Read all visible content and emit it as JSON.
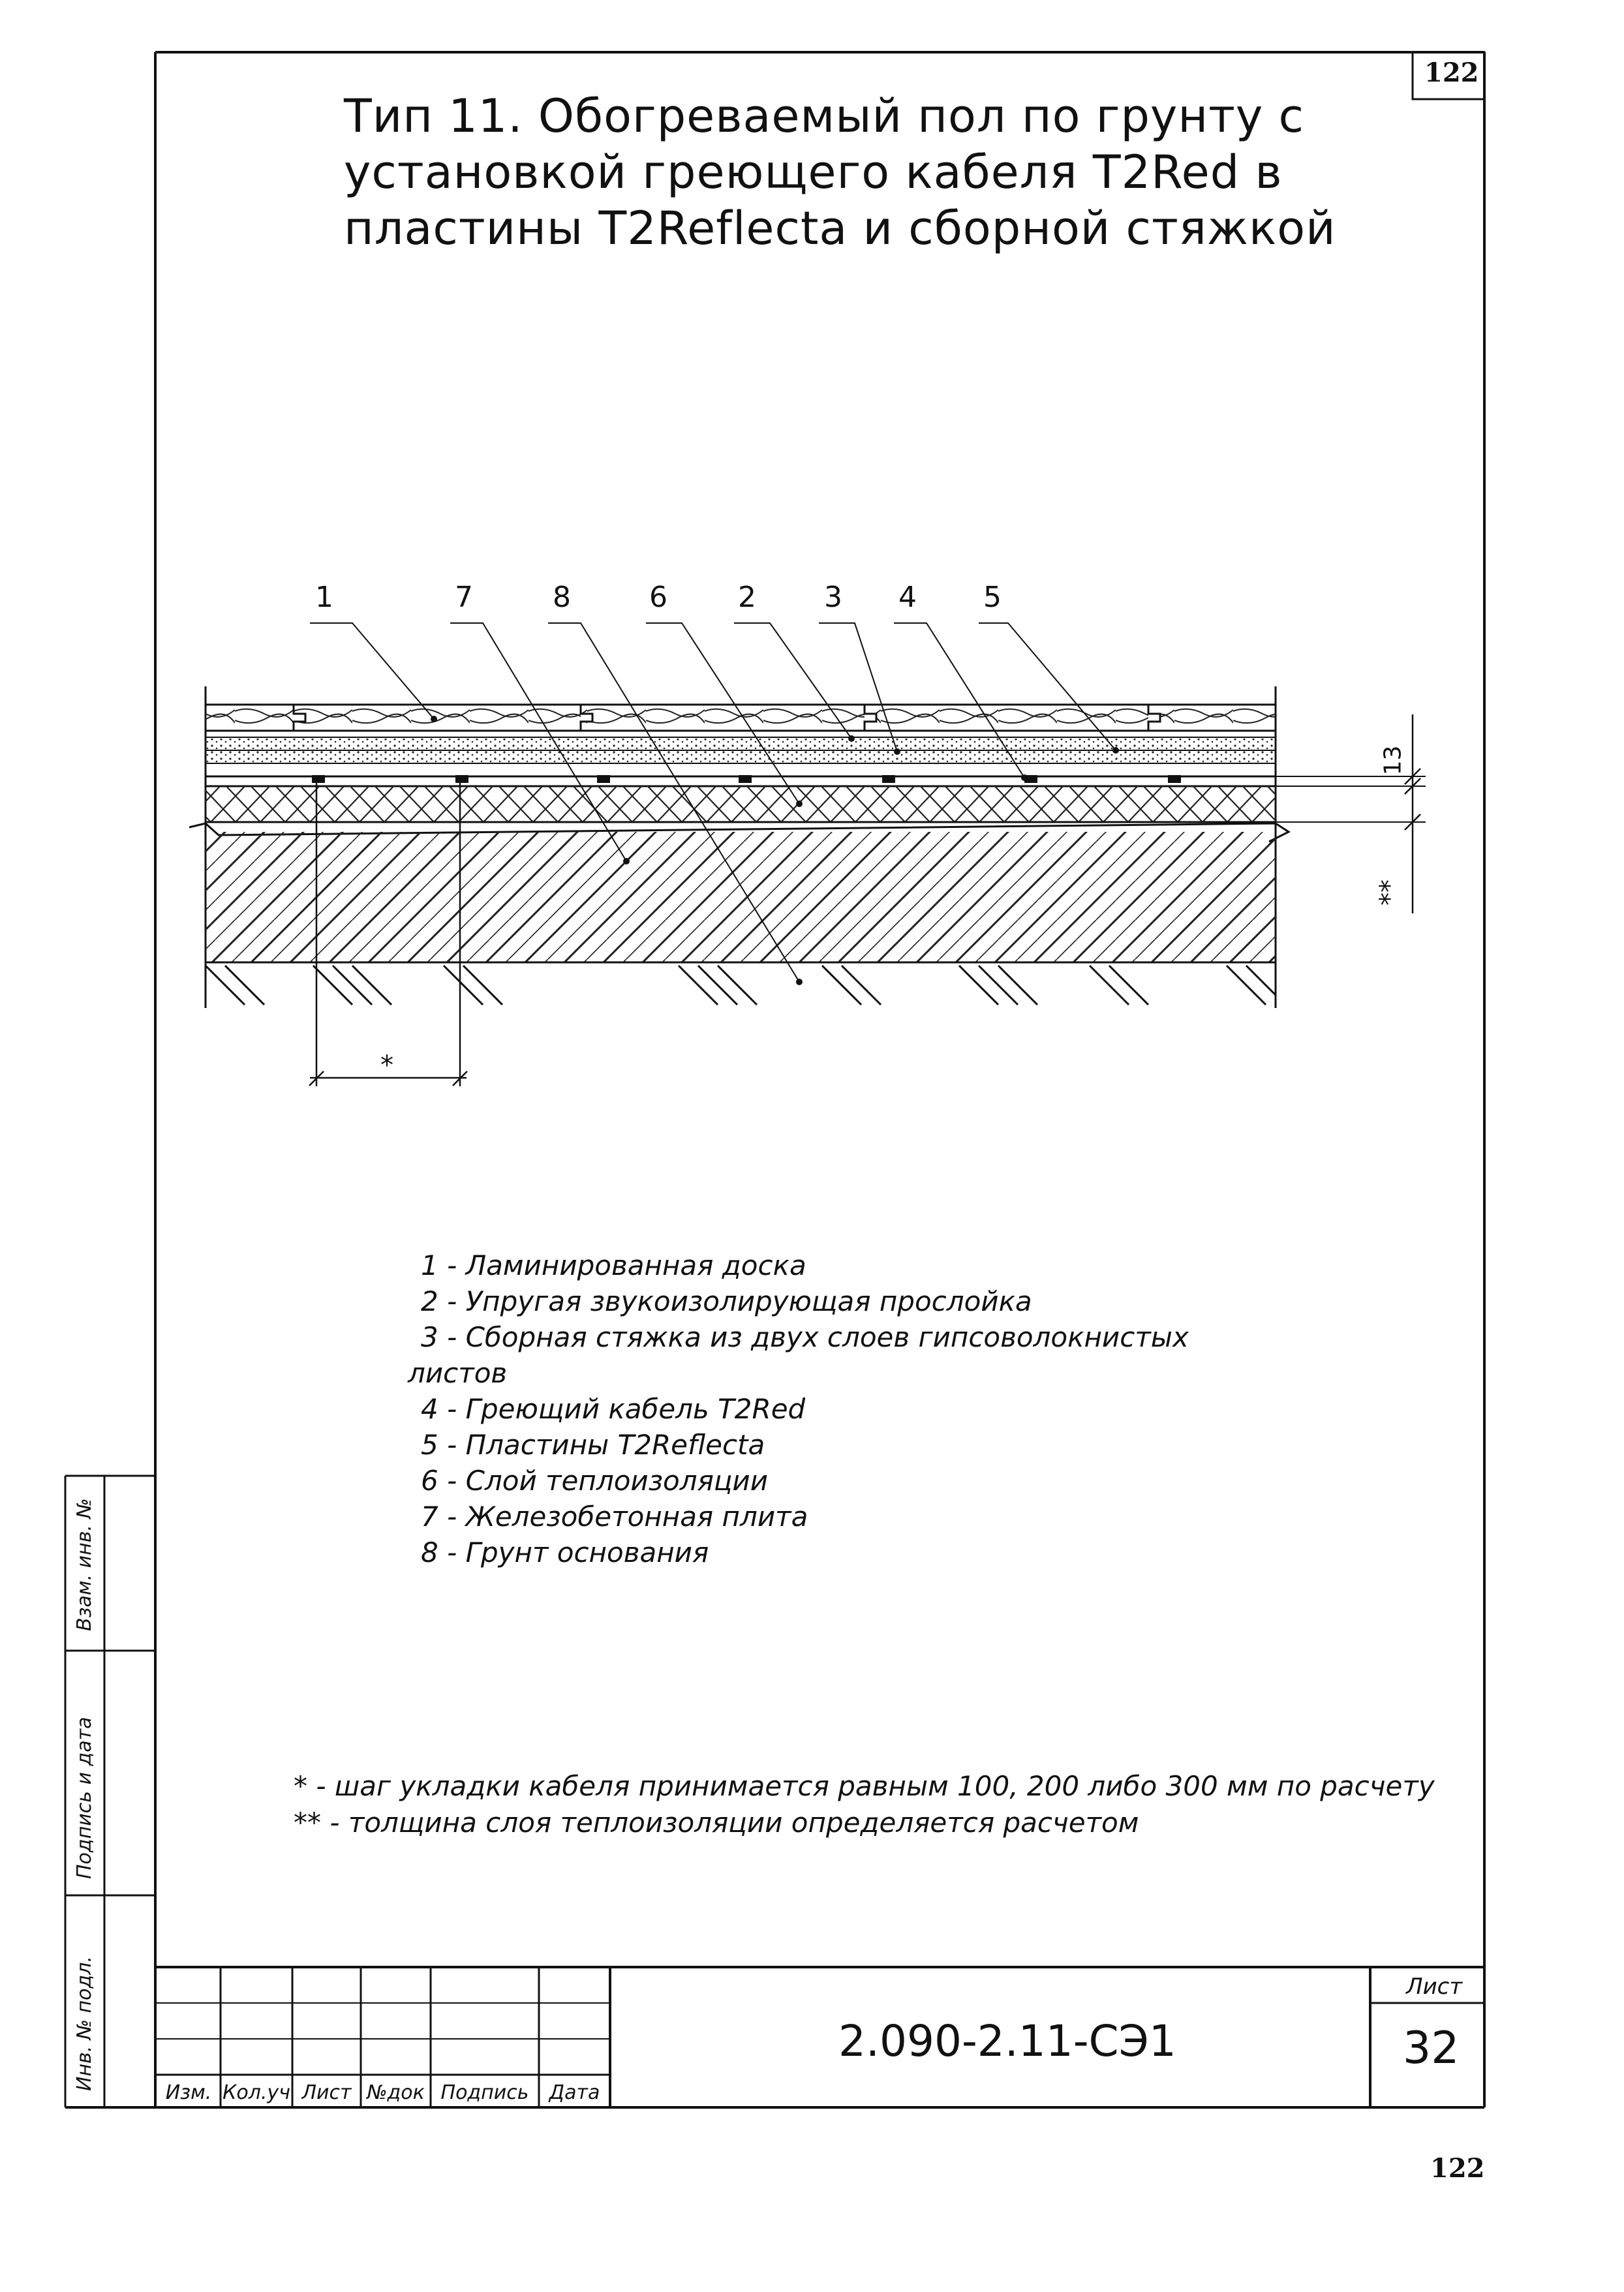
{
  "page": {
    "sheet_top_right": "122",
    "sheet_bottom": "122"
  },
  "title": {
    "line1": "Тип 11. Обогреваемый пол по грунту с",
    "line2": "установкой греющего кабеля T2Red в",
    "line3": "пластины T2Reflecta и сборной стяжкой"
  },
  "callouts": [
    "1",
    "7",
    "8",
    "6",
    "2",
    "3",
    "4",
    "5"
  ],
  "dimensions": {
    "top": "13",
    "insulation": "**",
    "pitch": "*"
  },
  "legend": [
    "1 - Ламинированная доска",
    "2 - Упругая звукоизолирующая прослойка",
    "3 - Сборная стяжка из двух слоев гипсоволокнистых",
    "листов",
    "4 - Греющий кабель T2Red",
    "5 - Пластины T2Reflecta",
    "6 - Слой теплоизоляции",
    "7 - Железобетонная плита",
    "8 - Грунт основания"
  ],
  "notes": [
    "* - шаг укладки кабеля принимается равным 100, 200 либо 300 мм по расчету",
    "** - толщина слоя теплоизоляции определяется расчетом"
  ],
  "side_stamp": {
    "vzam": "Взам. инв. №",
    "podpis": "Подпись и дата",
    "inv": "Инв. № подл."
  },
  "title_block": {
    "designation": "2.090-2.11-СЭ1",
    "list_label": "Лист",
    "list_number": "32",
    "cols": [
      "Изм.",
      "Кол.уч",
      "Лист",
      "№док",
      "Подпись",
      "Дата"
    ]
  }
}
